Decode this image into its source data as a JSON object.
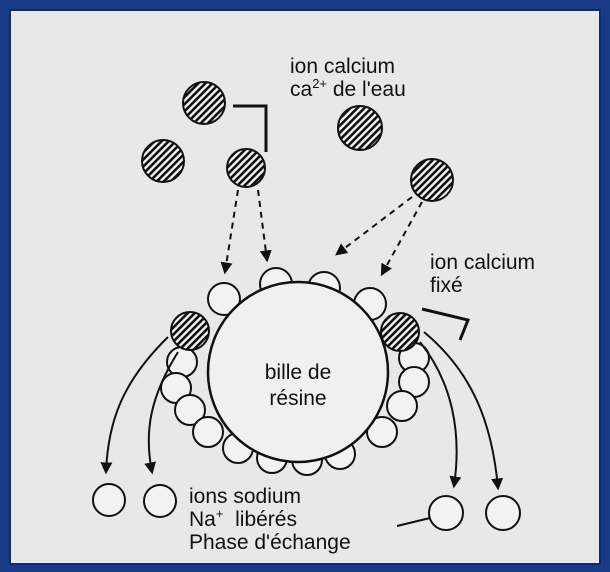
{
  "labels": {
    "ion_calcium_eau_line1": "ion calcium",
    "ion_calcium_eau_ion": "ca",
    "ion_calcium_eau_charge": "2+",
    "ion_calcium_eau_rest": " de l'eau",
    "ion_calcium_fixe_line1": "ion calcium",
    "ion_calcium_fixe_line2": "fixé",
    "bille_line1": "bille de",
    "bille_line2": "résine",
    "ions_sodium_line1": "ions sodium",
    "ions_sodium_ion": "Na",
    "ions_sodium_charge": "+",
    "ions_sodium_rest": "  libérés",
    "phase": "Phase d'échange"
  },
  "colors": {
    "frame_border": "#1b3a86",
    "paper": "#e8e8e8",
    "ink": "#111111"
  }
}
